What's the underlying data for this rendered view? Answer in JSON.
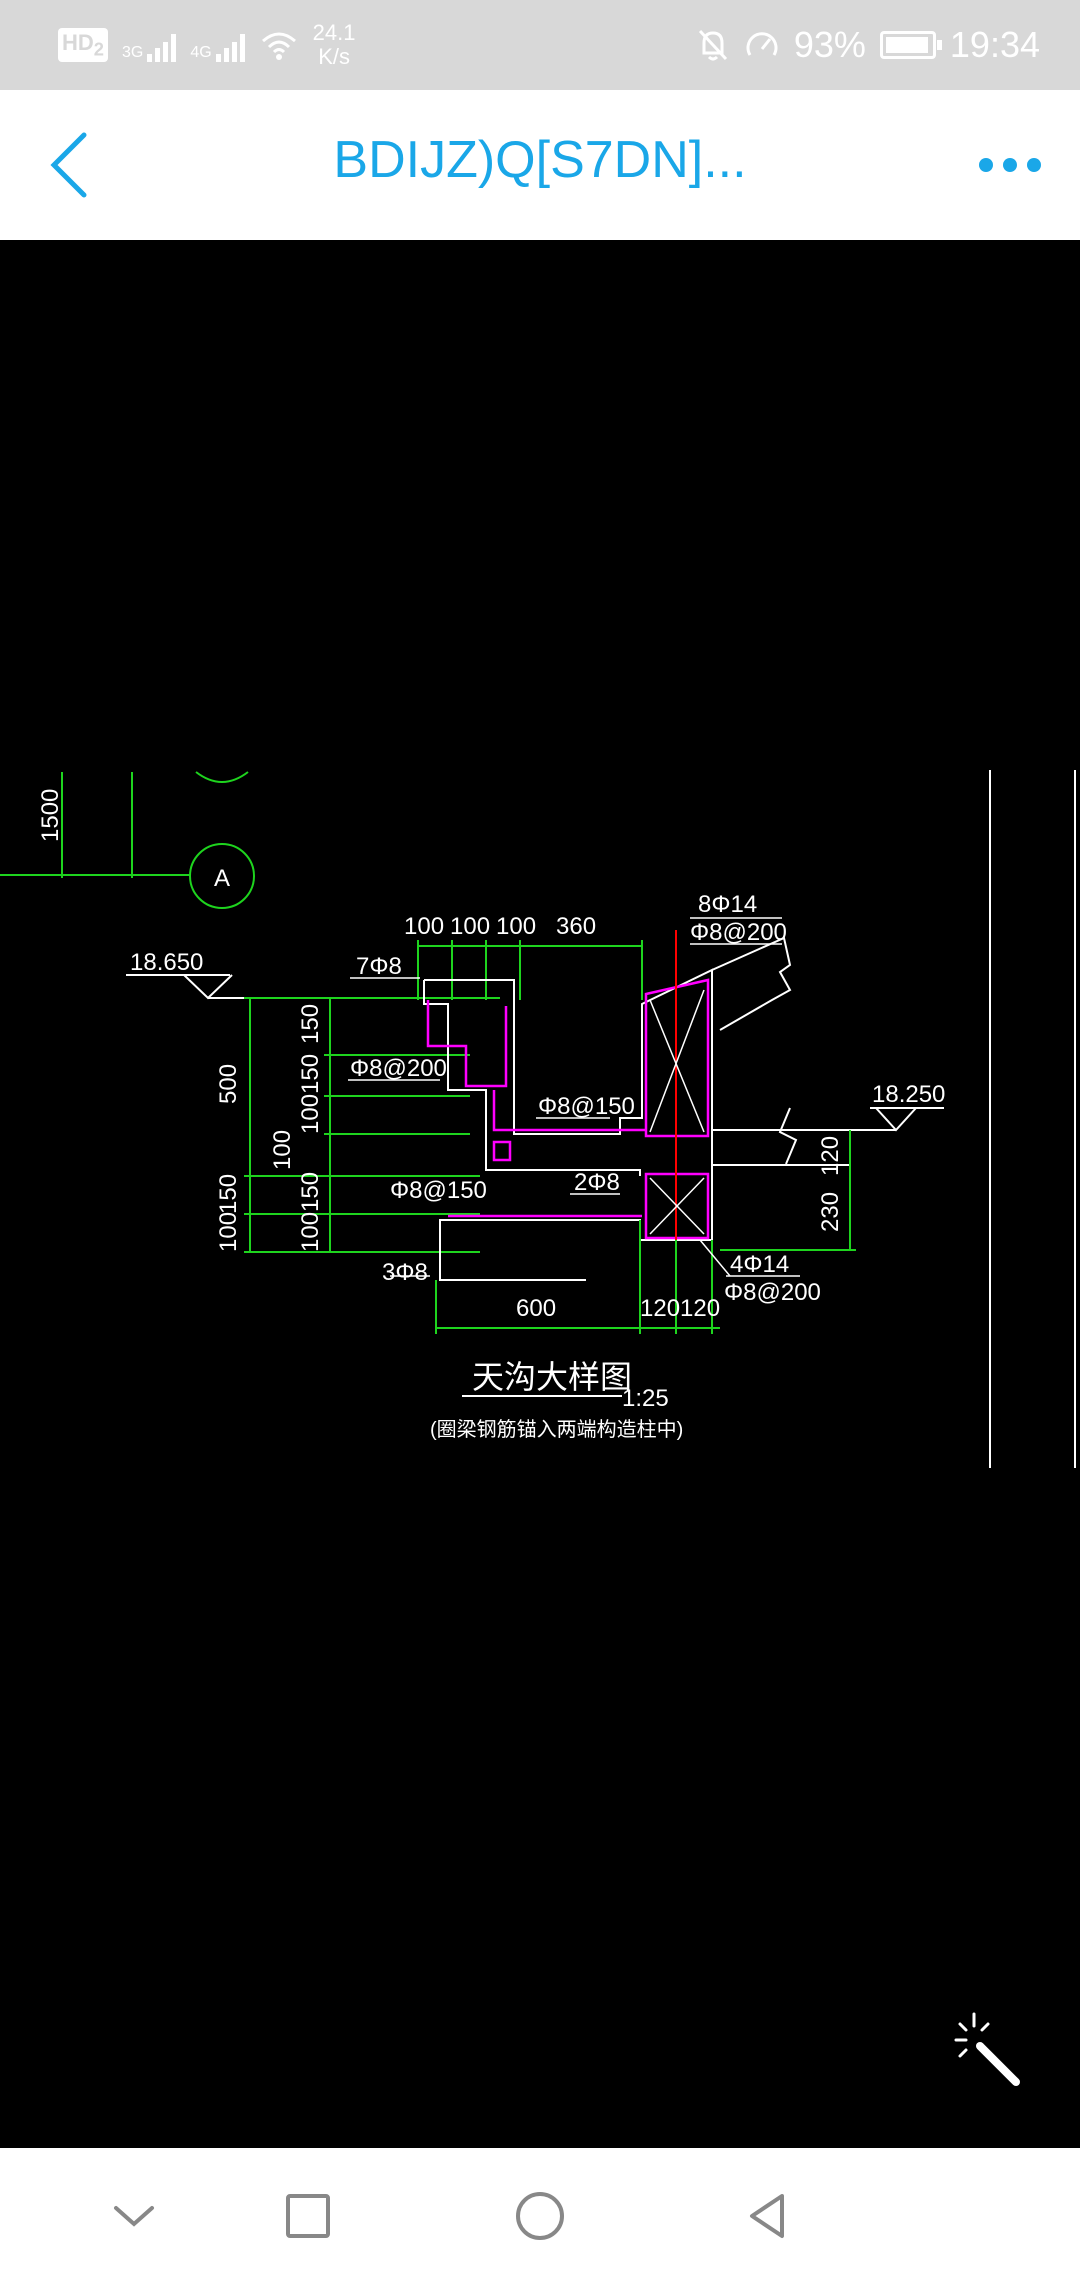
{
  "status": {
    "hd": "HD",
    "hd_sub": "2",
    "net1": "3G",
    "net2": "4G",
    "speed_value": "24.1",
    "speed_unit": "K/s",
    "battery": "93%",
    "time": "19:34"
  },
  "app_bar": {
    "title": "BDIJZ)Q[S7DN]..."
  },
  "drawing": {
    "grid_label": "A",
    "dim_1500": "1500",
    "elevation_left": "18.650",
    "elevation_right": "18.250",
    "top_dims": [
      "100",
      "100",
      "100",
      "360"
    ],
    "left_dims_outer": [
      "500",
      "150",
      "100"
    ],
    "left_dims_inner": [
      "150",
      "150",
      "100",
      "100",
      "150",
      "100"
    ],
    "right_dims": [
      "120",
      "230"
    ],
    "bottom_dims": [
      "600",
      "120",
      "120"
    ],
    "labels": {
      "rebar_top": "8Φ14",
      "stirrup_top": "Φ8@200",
      "bar_7": "7Φ8",
      "stirrup_200": "Φ8@200",
      "stirrup_150a": "Φ8@150",
      "stirrup_150b": "Φ8@150",
      "bar_2": "2Φ8",
      "bar_3": "3Φ8",
      "rebar_bottom": "4Φ14",
      "stirrup_bottom": "Φ8@200"
    },
    "caption": "天沟大样图",
    "scale": "1:25",
    "note": "(圈梁钢筋锚入两端构造柱中)"
  },
  "colors": {
    "accent": "#1aa7e8",
    "status_bg": "#d8d8d8",
    "cad_green": "#1ed41e",
    "cad_magenta": "#ff00ff",
    "cad_white": "#ffffff"
  }
}
